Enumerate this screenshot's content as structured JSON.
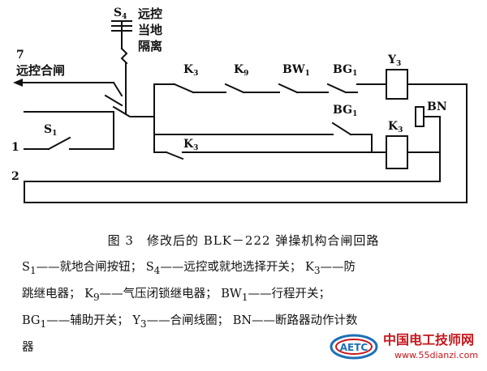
{
  "diagram": {
    "switch_s4": {
      "label": "S",
      "sub": "4",
      "text_lines": [
        "远控",
        "当地",
        "隔离"
      ]
    },
    "remote_close": {
      "number": "7",
      "text": "远控合闸"
    },
    "line1": {
      "number": "1",
      "switch_label": "S",
      "switch_sub": "1"
    },
    "line2": {
      "number": "2"
    },
    "top_branch": [
      {
        "label": "K",
        "sub": "3"
      },
      {
        "label": "K",
        "sub": "9"
      },
      {
        "label": "BW",
        "sub": "1"
      },
      {
        "label": "BG",
        "sub": "1"
      }
    ],
    "coil_y3": {
      "label": "Y",
      "sub": "3"
    },
    "lower_bg1": {
      "label": "BG",
      "sub": "1"
    },
    "lower_k3_contact": {
      "label": "K",
      "sub": "3"
    },
    "coil_k3": {
      "label": "K",
      "sub": "3"
    },
    "counter_bn": {
      "label": "BN"
    }
  },
  "caption": "图 3　修改后的 BLK－222 弹操机构合闸回路",
  "legend": [
    {
      "code": "S",
      "sub": "1",
      "desc": "——就地合闸按钮；"
    },
    {
      "code": "S",
      "sub": "4",
      "desc": "——远控或就地选择开关；"
    },
    {
      "code": "K",
      "sub": "3",
      "desc": "——防"
    },
    {
      "code": "",
      "sub": "",
      "desc": "跳继电器；"
    },
    {
      "code": "K",
      "sub": "9",
      "desc": "——气压闭锁继电器；"
    },
    {
      "code": "BW",
      "sub": "1",
      "desc": "——行程开关；"
    },
    {
      "code": "BG",
      "sub": "1",
      "desc": "——辅助开关；"
    },
    {
      "code": "Y",
      "sub": "3",
      "desc": "——合闸线圈；"
    },
    {
      "code": "BN",
      "sub": "",
      "desc": "——断路器动作计数"
    },
    {
      "code": "",
      "sub": "",
      "desc": "器"
    }
  ],
  "watermark": {
    "cn": "中国电工技师网",
    "url": "www.55dianzi.com",
    "logo": "AETC"
  }
}
